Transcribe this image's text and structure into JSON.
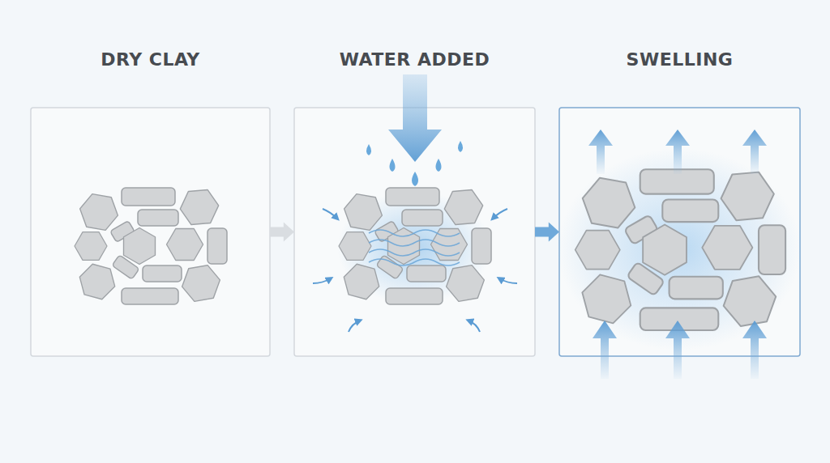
{
  "diagram": {
    "nodes": [
      {
        "text": [
          "DRY CLAY"
        ]
      },
      {
        "text": [
          "WATER ADDED"
        ]
      },
      {
        "text": [
          "SWELLING"
        ]
      }
    ],
    "edges": [
      {
        "from": 0,
        "to": 1,
        "arrow": "to"
      },
      {
        "from": 1,
        "to": 2,
        "arrow": "to"
      }
    ]
  }
}
